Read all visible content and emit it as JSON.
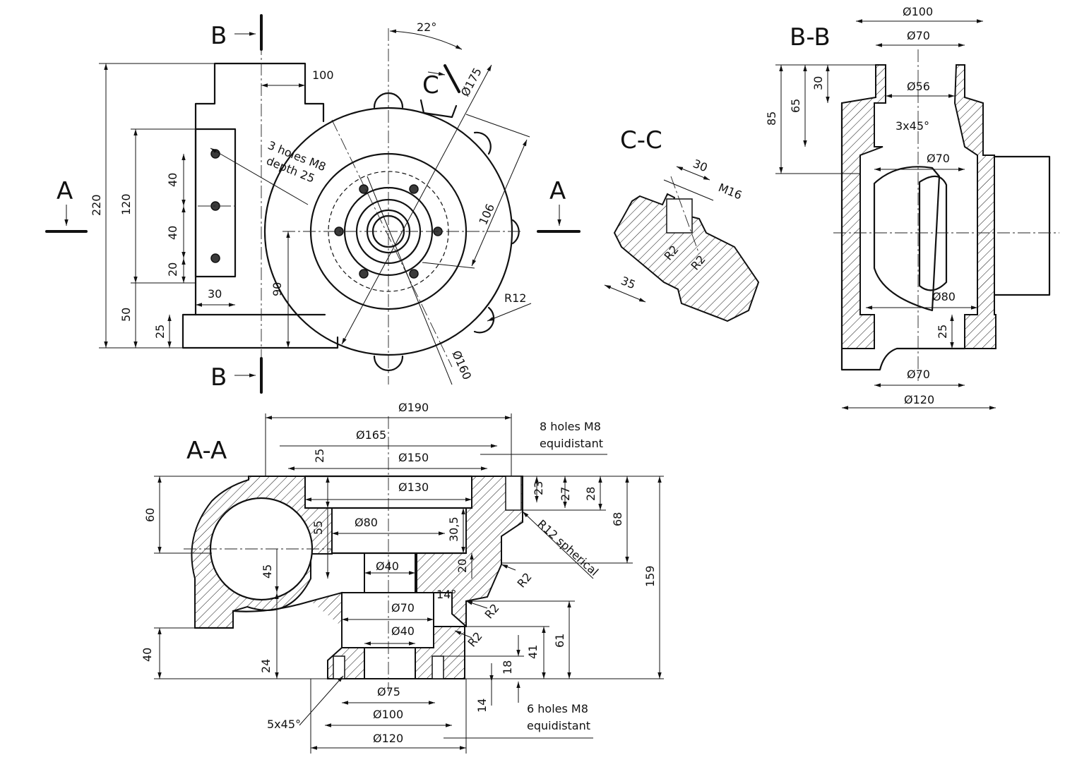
{
  "views": {
    "top": {
      "labels": {
        "a": "A",
        "b": "B",
        "c": "C"
      },
      "dims": {
        "w100": "100",
        "h220": "220",
        "h120": "120",
        "d40a": "40",
        "d40b": "40",
        "d20": "20",
        "w30": "30",
        "h50": "50",
        "h25": "25",
        "h90": "90",
        "ang22": "22°",
        "dia175": "Ø175",
        "d106": "106",
        "r12": "R12",
        "dia160": "Ø160"
      },
      "notes": {
        "holes_l1": "3 holes M8",
        "holes_l2": "depth 25"
      }
    },
    "section_aa": {
      "title": "A-A",
      "dims": {
        "dia190": "Ø190",
        "dia165": "Ø165",
        "v25": "25",
        "dia150": "Ø150",
        "dia130": "Ø130",
        "v60": "60",
        "v55": "55",
        "dia80": "Ø80",
        "v30_5": "30,5",
        "dia40a": "Ø40",
        "v20": "20",
        "v45": "45",
        "dia70": "Ø70",
        "ang14": "14°",
        "dia40b": "Ø40",
        "v40": "40",
        "v24": "24",
        "dia75": "Ø75",
        "dia100": "Ø100",
        "dia120": "Ø120",
        "v23": "23",
        "v27": "27",
        "v28": "28",
        "v68": "68",
        "v159": "159",
        "v61": "61",
        "v41": "41",
        "v18": "18",
        "v14": "14",
        "r2a": "R2",
        "r2b": "R2",
        "r2c": "R2",
        "chamfer": "5x45°",
        "r12s": "R12 spherical"
      },
      "notes": {
        "top_l1": "8 holes M8",
        "top_l2": "equidistant",
        "bot_l1": "6 holes M8",
        "bot_l2": "equidistant"
      }
    },
    "section_cc": {
      "title": "C-C",
      "dims": {
        "w30": "30",
        "m16": "M16",
        "r2a": "R2",
        "r2b": "R2",
        "d35": "35"
      }
    },
    "section_bb": {
      "title": "B-B",
      "dims": {
        "dia100": "Ø100",
        "dia70top": "Ø70",
        "v30": "30",
        "dia56": "Ø56",
        "v65": "65",
        "v85": "85",
        "chamfer": "3x45°",
        "dia70mid": "Ø70",
        "dia80": "Ø80",
        "v25": "25",
        "dia70bot": "Ø70",
        "dia120": "Ø120"
      }
    }
  },
  "colors": {
    "line": "#111111",
    "background": "#ffffff"
  }
}
